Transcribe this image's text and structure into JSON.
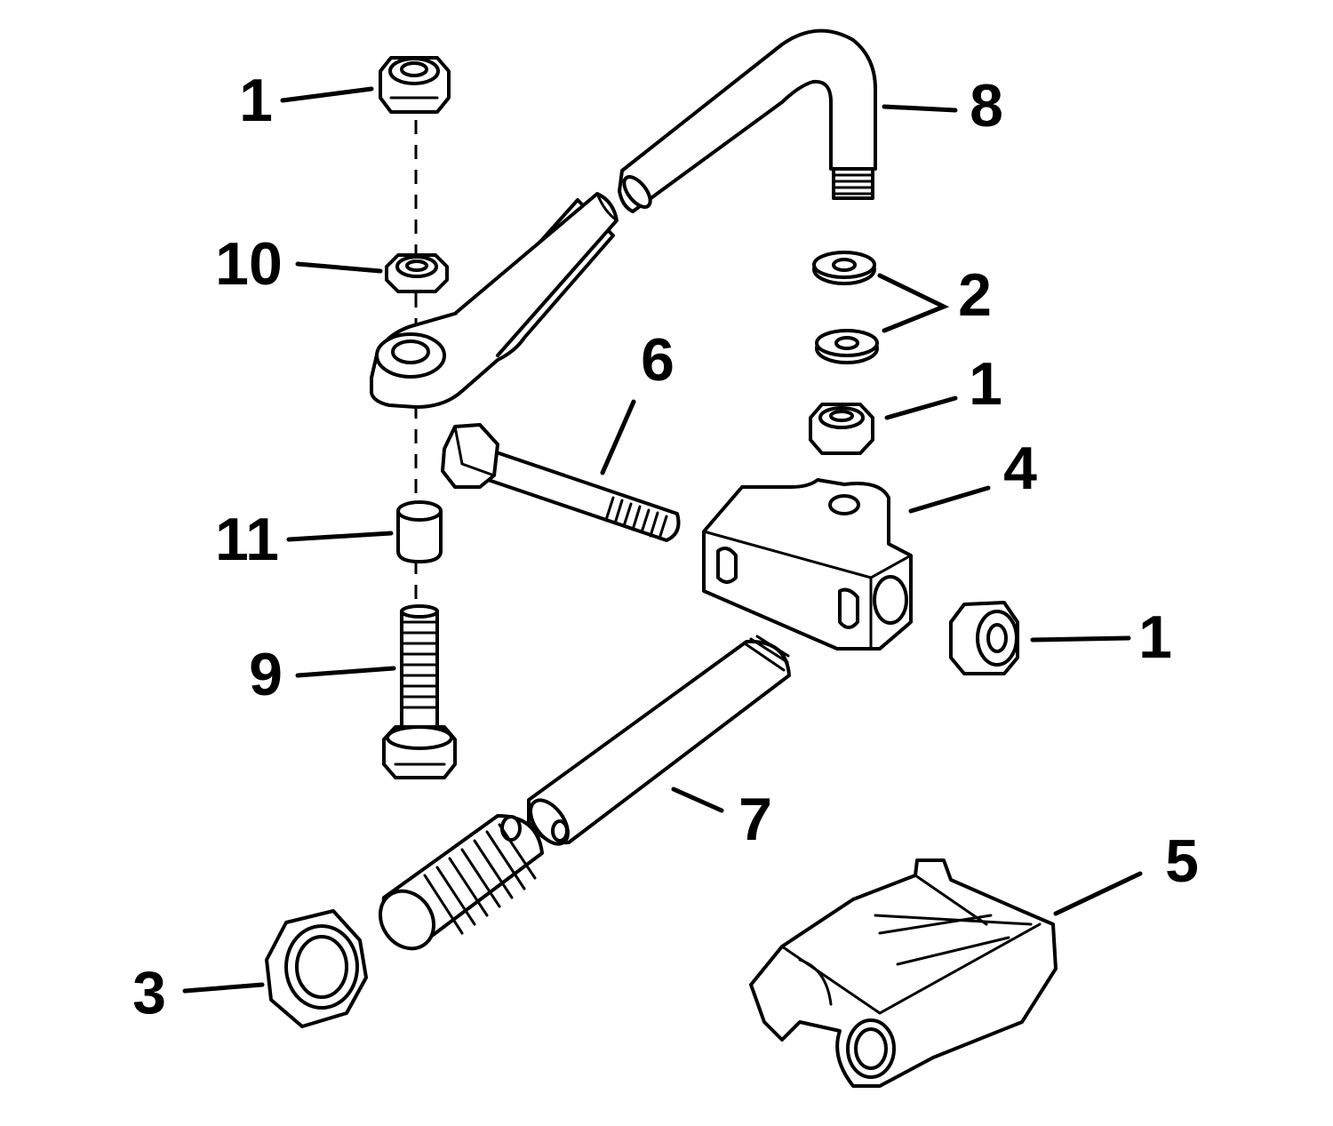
{
  "callouts": [
    {
      "id": "nut-top",
      "label": "1"
    },
    {
      "id": "washer-nut",
      "label": "10"
    },
    {
      "id": "spacer",
      "label": "11"
    },
    {
      "id": "bolt-short",
      "label": "9"
    },
    {
      "id": "jam-nut",
      "label": "3"
    },
    {
      "id": "bolt-long",
      "label": "6"
    },
    {
      "id": "tube",
      "label": "7"
    },
    {
      "id": "link-rod",
      "label": "8"
    },
    {
      "id": "washers",
      "label": "2"
    },
    {
      "id": "nut-mid",
      "label": "1"
    },
    {
      "id": "connector",
      "label": "4"
    },
    {
      "id": "nut-right",
      "label": "1"
    },
    {
      "id": "bracket",
      "label": "5"
    }
  ],
  "colors": {
    "ink": "#000000",
    "paper": "#ffffff"
  }
}
